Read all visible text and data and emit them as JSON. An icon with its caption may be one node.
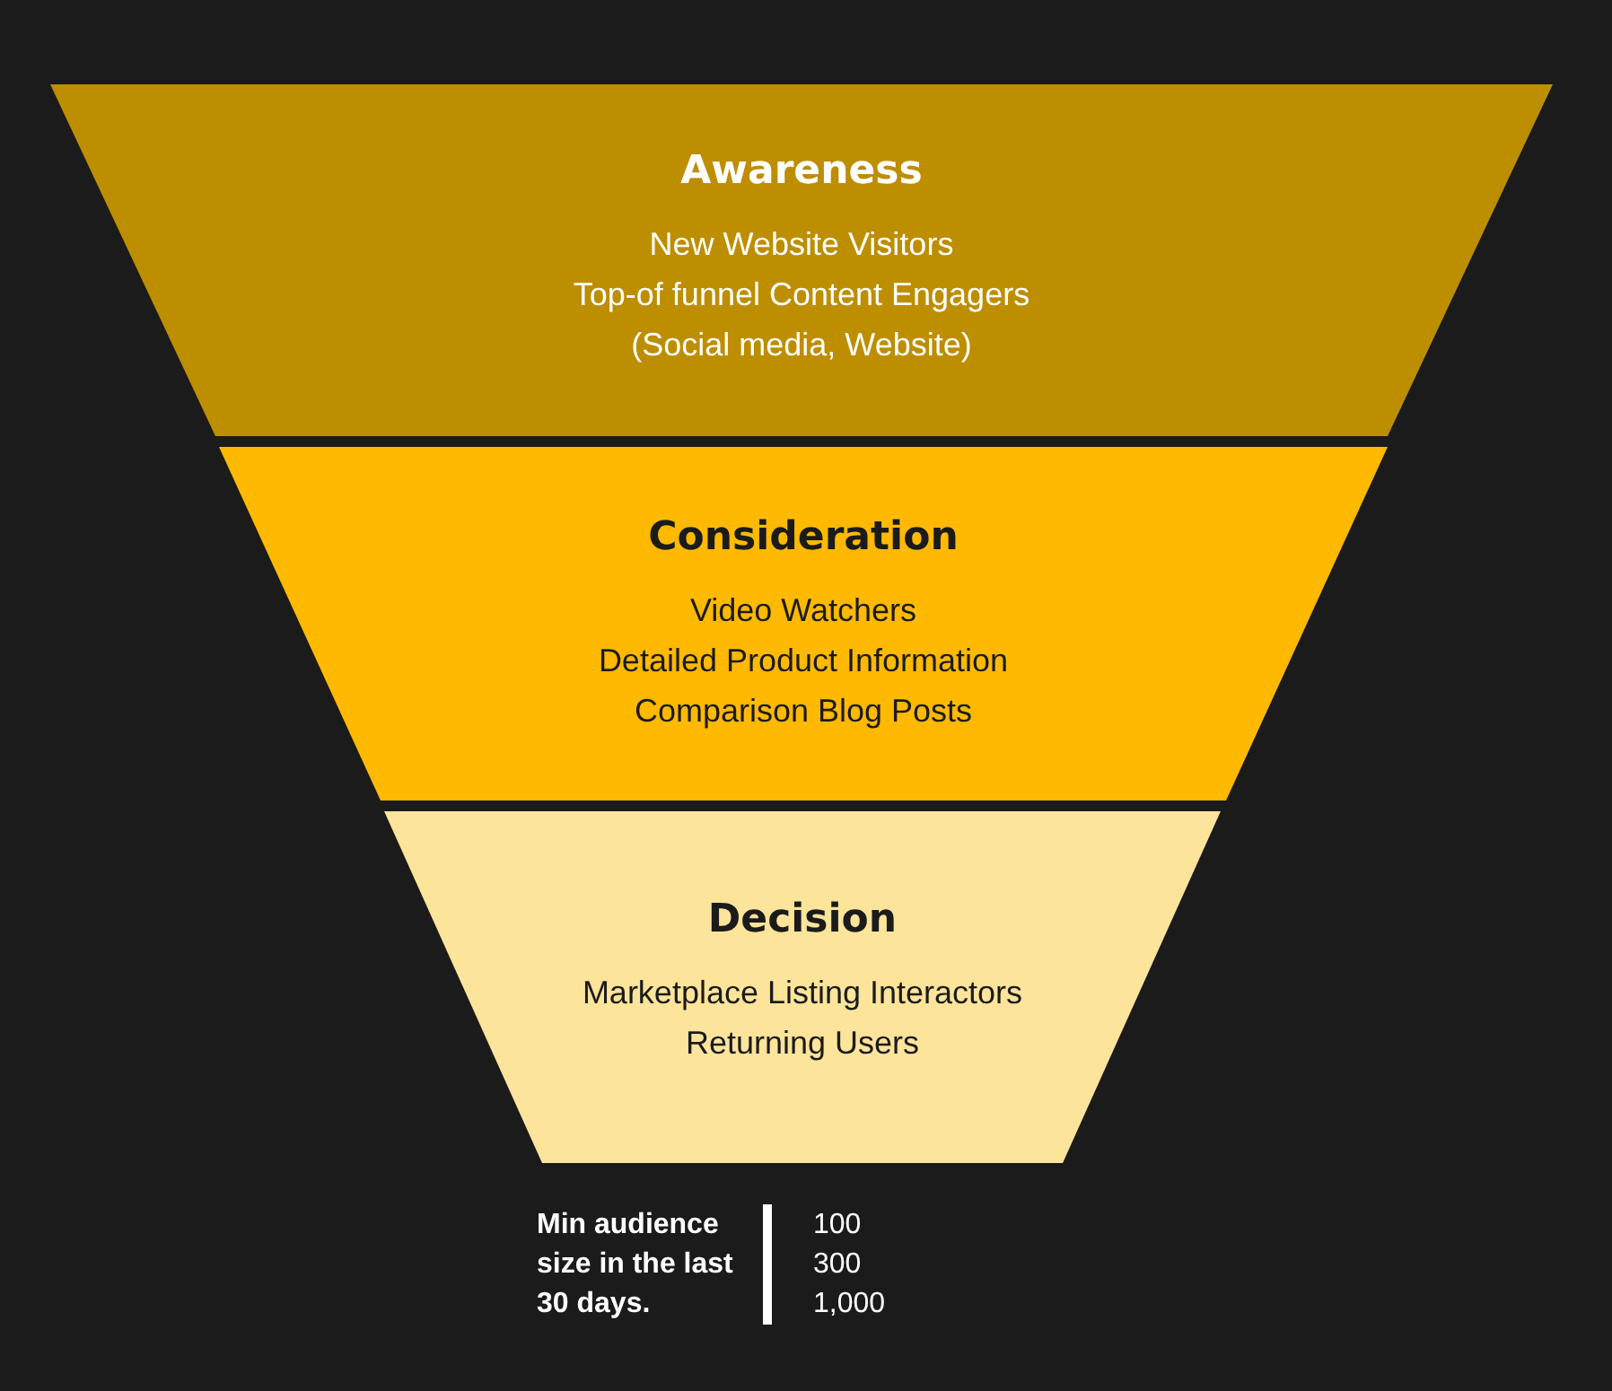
{
  "diagram": {
    "nodes": [
      {
        "text": [
          "Awareness",
          "New Website Visitors",
          "Top-of funnel Content Engagers",
          "(Social media, Website)"
        ]
      },
      {
        "text": [
          "Consideration",
          "Video Watchers",
          "Detailed Product Information",
          "Comparison Blog Posts"
        ]
      },
      {
        "text": [
          "Decision",
          "Marketplace Listing Interactors",
          "Returning Users"
        ]
      }
    ],
    "labels": [
      "Min audience size in the last 30 days.",
      "100",
      "300",
      "1,000"
    ]
  }
}
